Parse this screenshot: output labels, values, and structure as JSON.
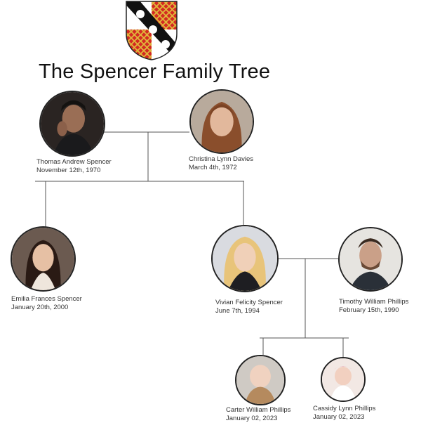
{
  "title": "The Spencer Family Tree",
  "crest": {
    "name": "spencer-coat-of-arms",
    "colors": {
      "red": "#d42a22",
      "gold": "#e0b83a",
      "black": "#111111",
      "white": "#ffffff"
    }
  },
  "people": {
    "thomas": {
      "name": "Thomas Andrew Spencer",
      "date": "November 12th, 1970"
    },
    "christina": {
      "name": "Christina Lynn Davies",
      "date": "March 4th, 1972"
    },
    "emilia": {
      "name": "Emilia Frances Spencer",
      "date": "January 20th, 2000"
    },
    "vivian": {
      "name": "Vivian Felicity Spencer",
      "date": "June 7th, 1994"
    },
    "timothy": {
      "name": "Timothy William Phillips",
      "date": "February 15th,  1990"
    },
    "carter": {
      "name": "Carter William Phillips",
      "date": "January 02, 2023"
    },
    "cassidy": {
      "name": "Cassidy Lynn Phillips",
      "date": "January 02, 2023"
    }
  }
}
